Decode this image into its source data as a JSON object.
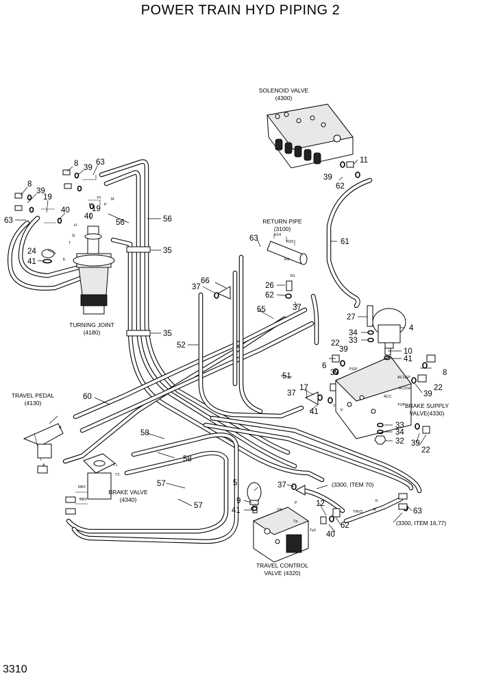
{
  "title": "POWER TRAIN HYD PIPING 2",
  "page_number": "3310",
  "assemblies": {
    "solenoid_valve": [
      "SOLENOID VALVE",
      "(4300)"
    ],
    "return_pipe": [
      "RETURN PIPE",
      "(3100)"
    ],
    "turning_joint": [
      "TURNING JOINT",
      "(4180)"
    ],
    "travel_pedal": [
      "TRAVEL PEDAL",
      "(4130)"
    ],
    "brake_valve": [
      "BRAKE VALVE",
      "(4340)"
    ],
    "brake_supply_valve": [
      "BRAKE SUPPLY",
      "VALVE(4330)"
    ],
    "travel_control_valve": [
      "TRAVEL CONTROL",
      "VALVE (4320)"
    ]
  },
  "references": {
    "item70": "(3300, ITEM 70)",
    "item16_77": "(3300, ITEM 16,77)"
  },
  "callouts": [
    "8",
    "39",
    "63",
    "8",
    "39",
    "19",
    "40",
    "63",
    "19",
    "40",
    "56",
    "56",
    "35",
    "35",
    "24",
    "41",
    "63",
    "37",
    "66",
    "26",
    "62",
    "37",
    "55",
    "52",
    "61",
    "11",
    "39",
    "62",
    "27",
    "4",
    "34",
    "33",
    "22",
    "39",
    "10",
    "41",
    "6",
    "39",
    "8",
    "22",
    "39",
    "17",
    "37",
    "41",
    "51",
    "60",
    "58",
    "58",
    "57",
    "57",
    "5",
    "9",
    "41",
    "37",
    "12",
    "40",
    "62",
    "63",
    "33",
    "34",
    "32",
    "39",
    "22"
  ],
  "port_labels": [
    "Pr",
    "P",
    "M",
    "H",
    "Q",
    "T",
    "E",
    "R14",
    "R33",
    "R4",
    "R1",
    "P",
    "T",
    "AC1GP",
    "AC2GP",
    "TOP",
    "PGP",
    "ACC",
    "Tp",
    "P",
    "Pb",
    "Tp1",
    "TRV2",
    "K",
    "B",
    "RBV",
    "BRV",
    "T1",
    "T2",
    "A",
    "B"
  ]
}
